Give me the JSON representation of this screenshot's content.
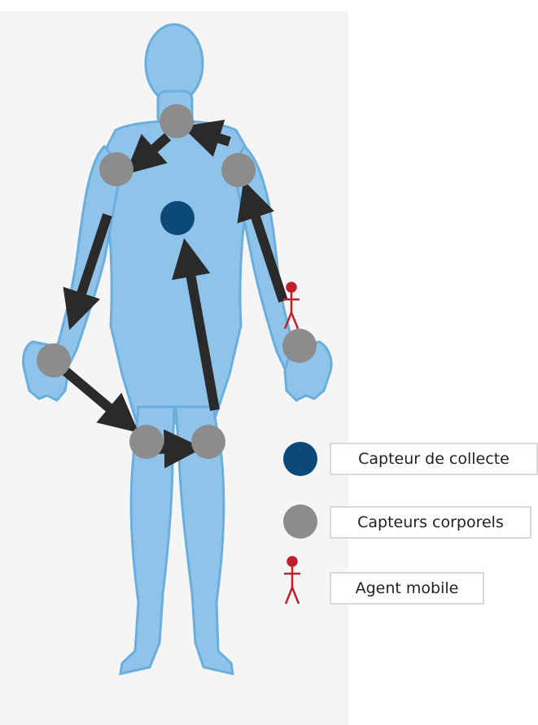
{
  "legend": {
    "collector": "Capteur de collecte",
    "body_sensors": "Capteurs corporels",
    "mobile_agent": "Agent mobile"
  },
  "colors": {
    "body_fill": "#8fc3ea",
    "body_shade": "#6aaede",
    "collector": "#0b4a78",
    "sensor": "#8c8c8c",
    "arrow": "#2a2a2a",
    "agent": "#c0202a",
    "background": "#f5f5f5"
  }
}
